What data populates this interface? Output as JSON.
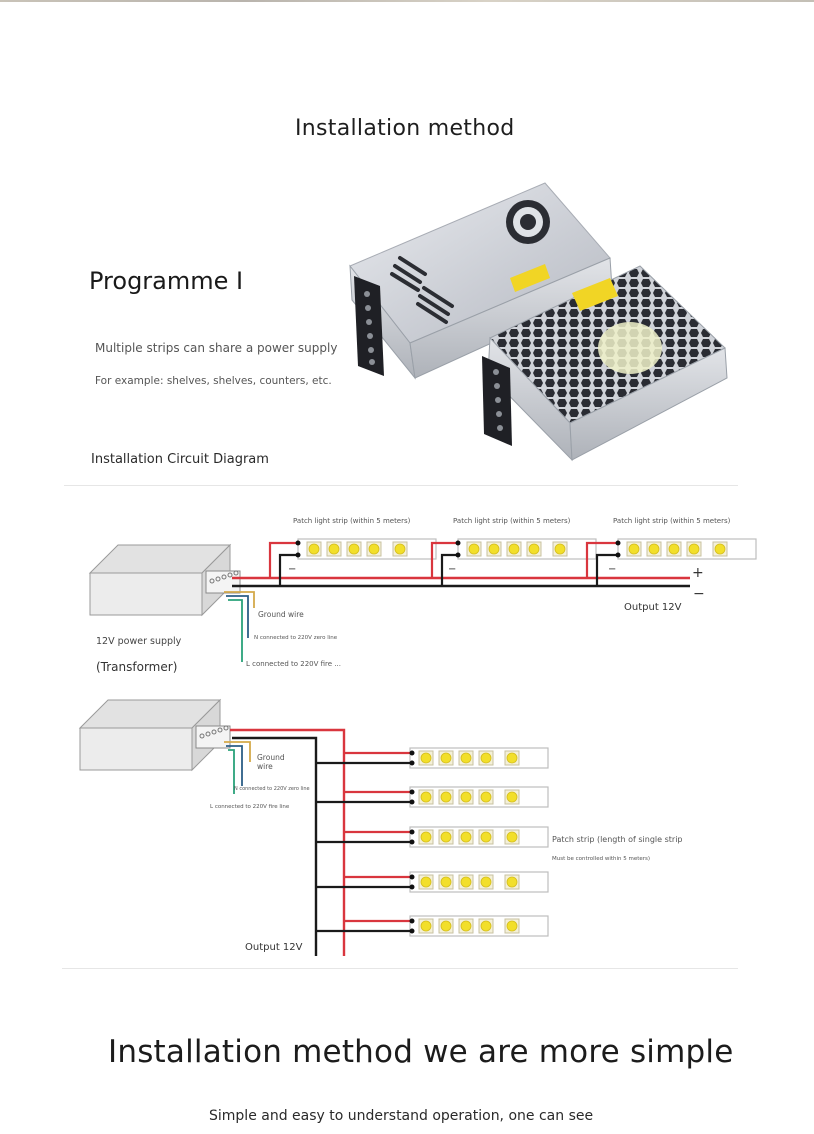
{
  "header": {
    "title": "Installation method"
  },
  "programme": {
    "name": "Programme I",
    "description": "Multiple strips can share a power supply",
    "example": "For example: shelves, shelves, counters, etc.",
    "product_image": "power-supply-units-photo"
  },
  "section": {
    "label": "Installation Circuit Diagram"
  },
  "diagram1": {
    "strip_labels": [
      "Patch light strip (within 5 meters)",
      "Patch light strip (within 5 meters)",
      "Patch light strip (within 5 meters)"
    ],
    "led_count_per_strip": 5,
    "plus_sign": "+",
    "minus_sign": "−",
    "strip_minus": "−",
    "output_label": "Output 12V",
    "ground_label": "Ground wire",
    "n_label": "N connected to 220V zero line",
    "l_label": "L connected to 220V fire ...",
    "supply_label": "12V power supply",
    "transformer_label": "(Transformer)"
  },
  "diagram2": {
    "strip_count": 5,
    "led_count_per_strip": 5,
    "ground_label_line1": "Ground",
    "ground_label_line2": "wire",
    "n_label": "N connected to 220V zero line",
    "l_label": "L connected to 220V fire line",
    "strip_note_line1": "Patch strip (length of single strip",
    "strip_note_line2": "Must be controlled within 5 meters)",
    "output_label": "Output 12V"
  },
  "footer": {
    "title": "Installation method we are more simple",
    "subtitle": "Simple and easy to understand operation, one can see"
  },
  "colors": {
    "positive_wire": "#d9363e",
    "negative_wire": "#1a1a1a",
    "ground_wire": "#d4a94a",
    "neutral_wire": "#2c5e86",
    "live_wire": "#2aa27a",
    "led": "#f2df2a"
  }
}
